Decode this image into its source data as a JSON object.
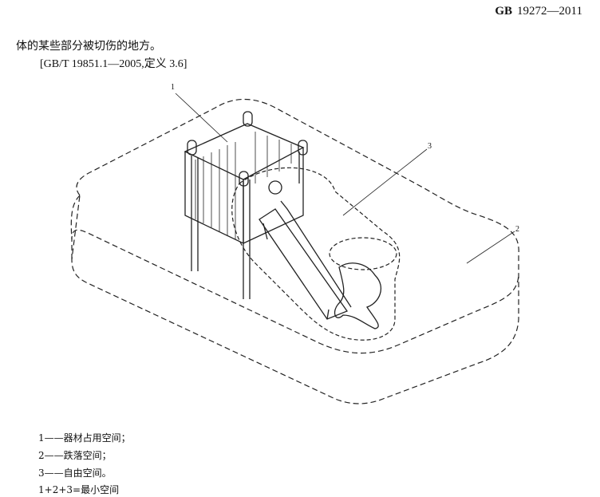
{
  "header": {
    "std_prefix": "GB",
    "std_number": "19272—2011"
  },
  "body": {
    "text_line": "体的某些部分被切伤的地方。",
    "reference": "[GB/T 19851.1—2005,定义 3.6]"
  },
  "figure": {
    "callouts": [
      "1",
      "2",
      "3"
    ]
  },
  "legend": [
    "1——器材占用空间；",
    "2——跌落空间；",
    "3——自由空间。",
    "1+2+3=最小空间"
  ]
}
